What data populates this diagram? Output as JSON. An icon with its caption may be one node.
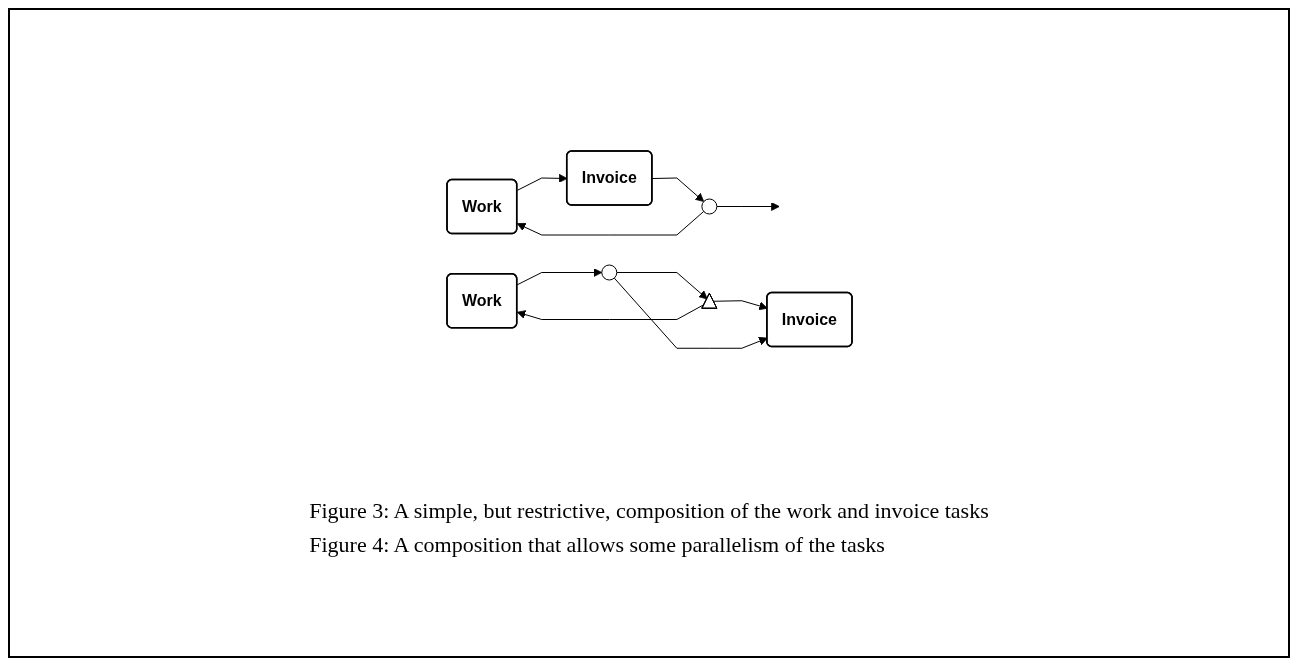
{
  "diagram": {
    "nodes": [
      {
        "text": [
          "Work"
        ]
      },
      {
        "text": [
          "Invoice"
        ]
      },
      {
        "text": [],
        "shape": "circle"
      },
      {
        "text": [
          "Work"
        ]
      },
      {
        "text": [],
        "shape": "circle"
      },
      {
        "text": [],
        "shape": "triangle"
      },
      {
        "text": [
          "Invoice"
        ]
      }
    ],
    "edges": [
      {
        "from": 0,
        "to": 1,
        "arrow": "to"
      },
      {
        "from": 1,
        "to": 2,
        "arrow": "to"
      },
      {
        "from": 2,
        "to": null,
        "arrow": "to"
      },
      {
        "from": 2,
        "to": 0,
        "arrow": "to"
      },
      {
        "from": 3,
        "to": 4,
        "arrow": "to"
      },
      {
        "from": 4,
        "to": 5,
        "arrow": "to"
      },
      {
        "from": 5,
        "to": 6,
        "arrow": "to"
      },
      {
        "from": 4,
        "to": 6,
        "arrow": "to"
      },
      {
        "from": 5,
        "to": 3,
        "arrow": "to"
      }
    ],
    "labels": [
      "Figure 3: A simple, but restrictive, composition of the work and invoice tasks",
      "Figure 4: A composition that allows some parallelism of the tasks"
    ]
  }
}
